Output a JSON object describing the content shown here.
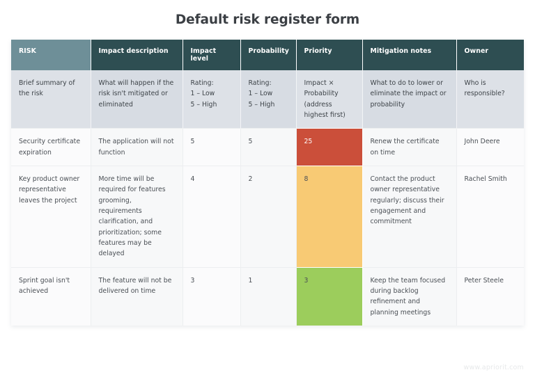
{
  "title": "Default risk register form",
  "watermark": "www.apriorit.com",
  "colors": {
    "header_primary": "#2e4e52",
    "header_first": "#6e8f98",
    "desc_row_bg": "#dde1e7",
    "priority_high": "#cb4f3a",
    "priority_medium": "#f8ca74",
    "priority_low": "#9ccd5c",
    "title_text": "#3b3f44",
    "watermark_text": "#e7e9ea"
  },
  "table": {
    "columns": [
      {
        "key": "risk",
        "label": "RISK"
      },
      {
        "key": "impact_description",
        "label": "Impact description"
      },
      {
        "key": "impact_level",
        "label": "Impact level"
      },
      {
        "key": "probability",
        "label": "Probability"
      },
      {
        "key": "priority",
        "label": "Priority"
      },
      {
        "key": "mitigation_notes",
        "label": "Mitigation notes"
      },
      {
        "key": "owner",
        "label": "Owner"
      }
    ],
    "description_row": {
      "risk": "Brief summary of the risk",
      "impact_description": "What will happen if the risk isn't mitigated or eliminated",
      "impact_level": "Rating:\n1 – Low\n5 – High",
      "probability": "Rating:\n1 – Low\n5 – High",
      "priority": "Impact ×\nProbability\n(address\nhighest first)",
      "mitigation_notes": "What to do to lower or eliminate the impact or probability",
      "owner": "Who is responsible?"
    },
    "rows": [
      {
        "risk": "Security certificate expiration",
        "impact_description": "The application will not function",
        "impact_level": "5",
        "probability": "5",
        "priority": "25",
        "priority_color": "#cb4f3a",
        "priority_text_color": "light",
        "mitigation_notes": "Renew the certificate on time",
        "owner": "John Deere"
      },
      {
        "risk": "Key product owner representative leaves the project",
        "impact_description": "More time will be required for features grooming, requirements clarification, and prioritization; some features may be delayed",
        "impact_level": "4",
        "probability": "2",
        "priority": "8",
        "priority_color": "#f8ca74",
        "priority_text_color": "dark",
        "mitigation_notes": "Contact the product owner representative regularly; discuss their engagement and commitment",
        "owner": "Rachel Smith"
      },
      {
        "risk": "Sprint goal isn't achieved",
        "impact_description": "The feature will not be delivered on time",
        "impact_level": "3",
        "probability": "1",
        "priority": "3",
        "priority_color": "#9ccd5c",
        "priority_text_color": "dark",
        "mitigation_notes": "Keep the team focused during backlog refinement and planning meetings",
        "owner": "Peter Steele"
      }
    ]
  }
}
